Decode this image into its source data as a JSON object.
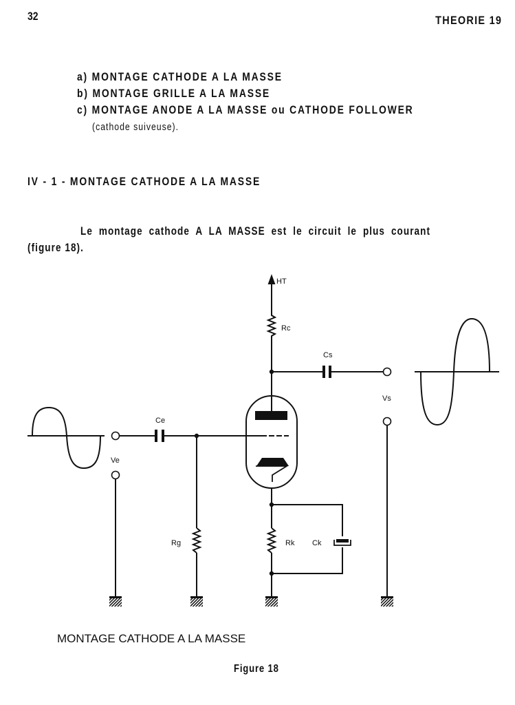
{
  "header": {
    "page_number": "32",
    "running_head": "THEORIE 19"
  },
  "list": [
    "a) MONTAGE CATHODE A LA MASSE",
    "b) MONTAGE GRILLE A LA MASSE",
    "c) MONTAGE ANODE A LA MASSE ou CATHODE FOLLOWER"
  ],
  "list_continuation": "(cathode suiveuse).",
  "section_title": "IV - 1 - MONTAGE CATHODE A LA MASSE",
  "paragraph": {
    "line1": "Le montage cathode A LA MASSE est le circuit le plus courant",
    "line2": "(figure 18)."
  },
  "figure": {
    "labels": {
      "ht": "HT",
      "rc": "Rc",
      "cs": "Cs",
      "vs": "Vs",
      "ce": "Ce",
      "ve": "Ve",
      "rg": "Rg",
      "rk": "Rk",
      "ck": "Ck"
    },
    "caption": "MONTAGE CATHODE A LA MASSE",
    "label": "Figure 18"
  }
}
